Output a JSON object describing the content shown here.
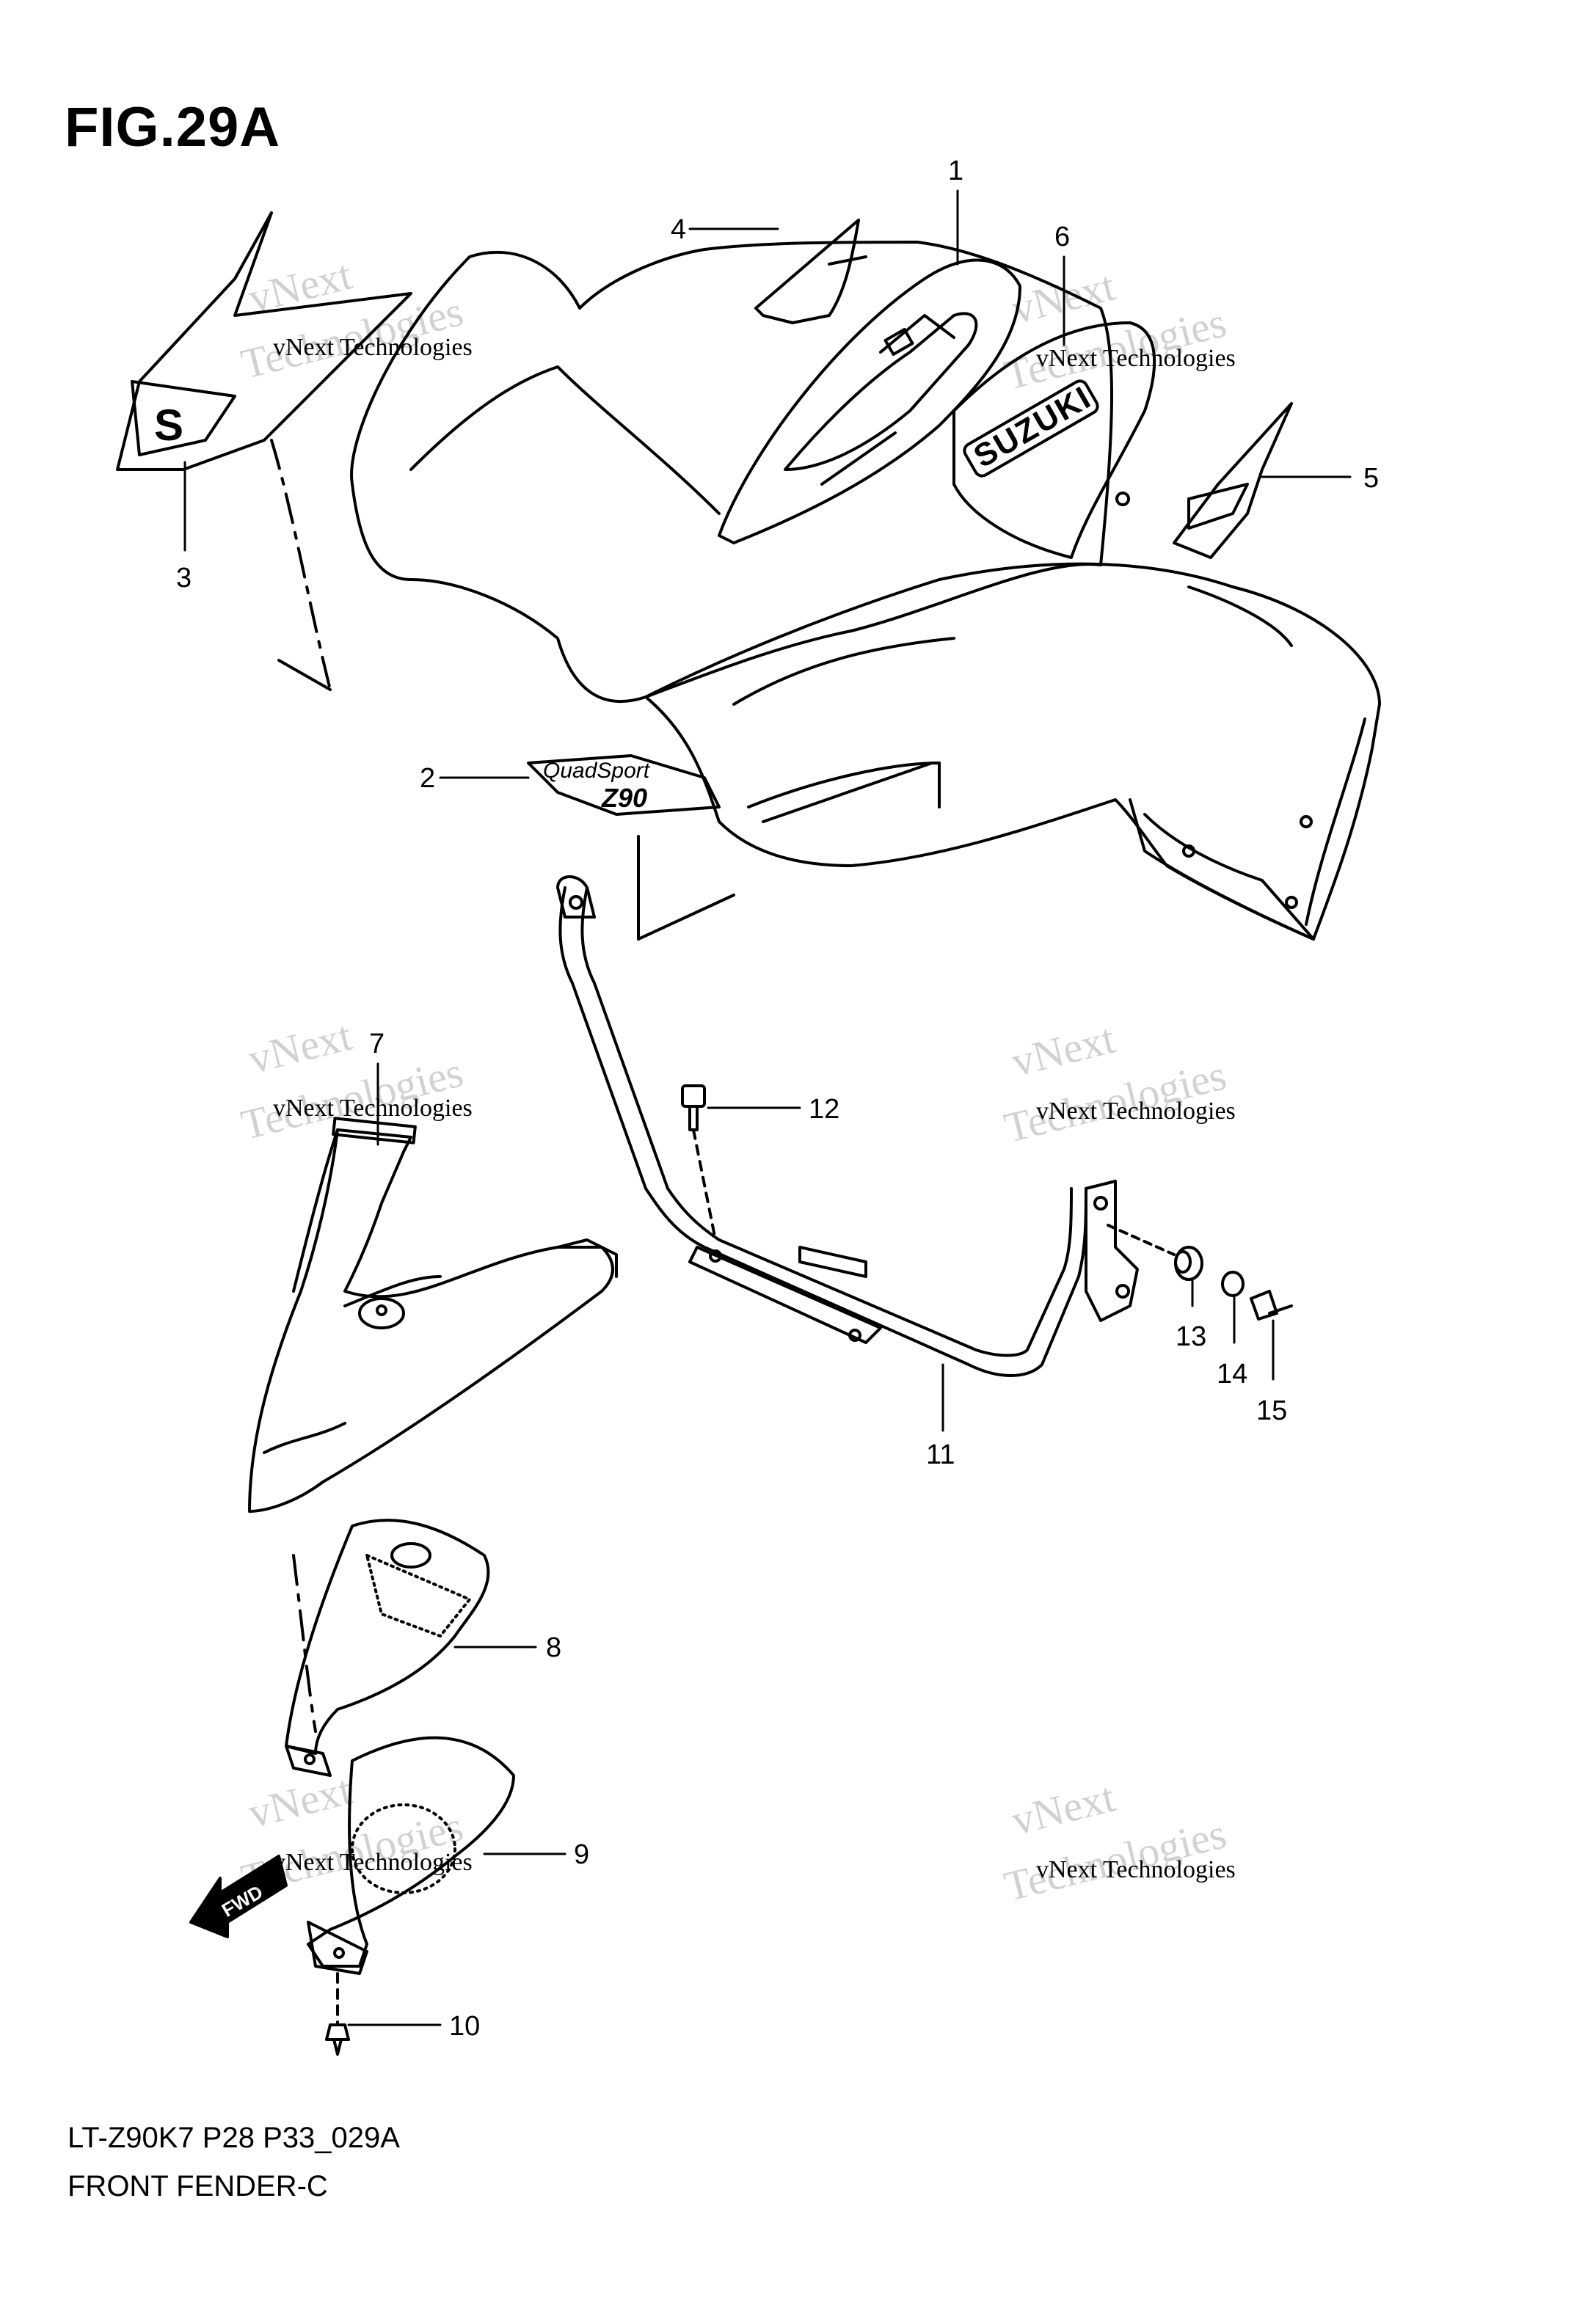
{
  "figure": {
    "title": "FIG.29A",
    "model_code": "LT-Z90K7 P28 P33_029A",
    "name": "FRONT FENDER-C"
  },
  "parts": [
    {
      "no": "1"
    },
    {
      "no": "2"
    },
    {
      "no": "3"
    },
    {
      "no": "4"
    },
    {
      "no": "5"
    },
    {
      "no": "6"
    },
    {
      "no": "7"
    },
    {
      "no": "8"
    },
    {
      "no": "9"
    },
    {
      "no": "10"
    },
    {
      "no": "11"
    },
    {
      "no": "12"
    },
    {
      "no": "13"
    },
    {
      "no": "14"
    },
    {
      "no": "15"
    }
  ],
  "watermark": {
    "line1": "vNext Technologies",
    "line2": "vNext",
    "line3": "Technologies"
  },
  "decals": {
    "brand": "SUZUKI",
    "model_top": "QuadSport",
    "model_bottom": "Z90",
    "fwd": "FWD",
    "logo": "S"
  }
}
